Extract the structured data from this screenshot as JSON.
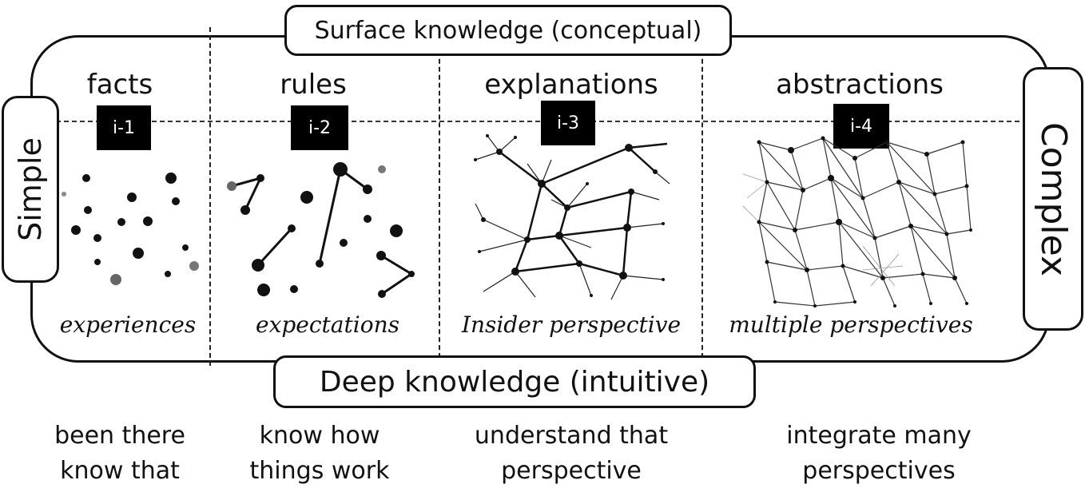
{
  "top_label": "Surface knowledge (conceptual)",
  "bottom_label": "Deep knowledge (intuitive)",
  "left_label": "Simple",
  "right_label": "Complex",
  "columns": [
    {
      "title": "facts",
      "badge": "i-1",
      "caption": "experiences",
      "bottom_line1": "been there",
      "bottom_line2": "know that"
    },
    {
      "title": "rules",
      "badge": "i-2",
      "caption": "expectations",
      "bottom_line1": "know how",
      "bottom_line2": "things work"
    },
    {
      "title": "explanations",
      "badge": "i-3",
      "caption": "Insider perspective",
      "bottom_line1": "understand that",
      "bottom_line2": "perspective"
    },
    {
      "title": "abstractions",
      "badge": "i-4",
      "caption": "multiple perspectives",
      "bottom_line1": "integrate many",
      "bottom_line2": "perspectives"
    }
  ]
}
